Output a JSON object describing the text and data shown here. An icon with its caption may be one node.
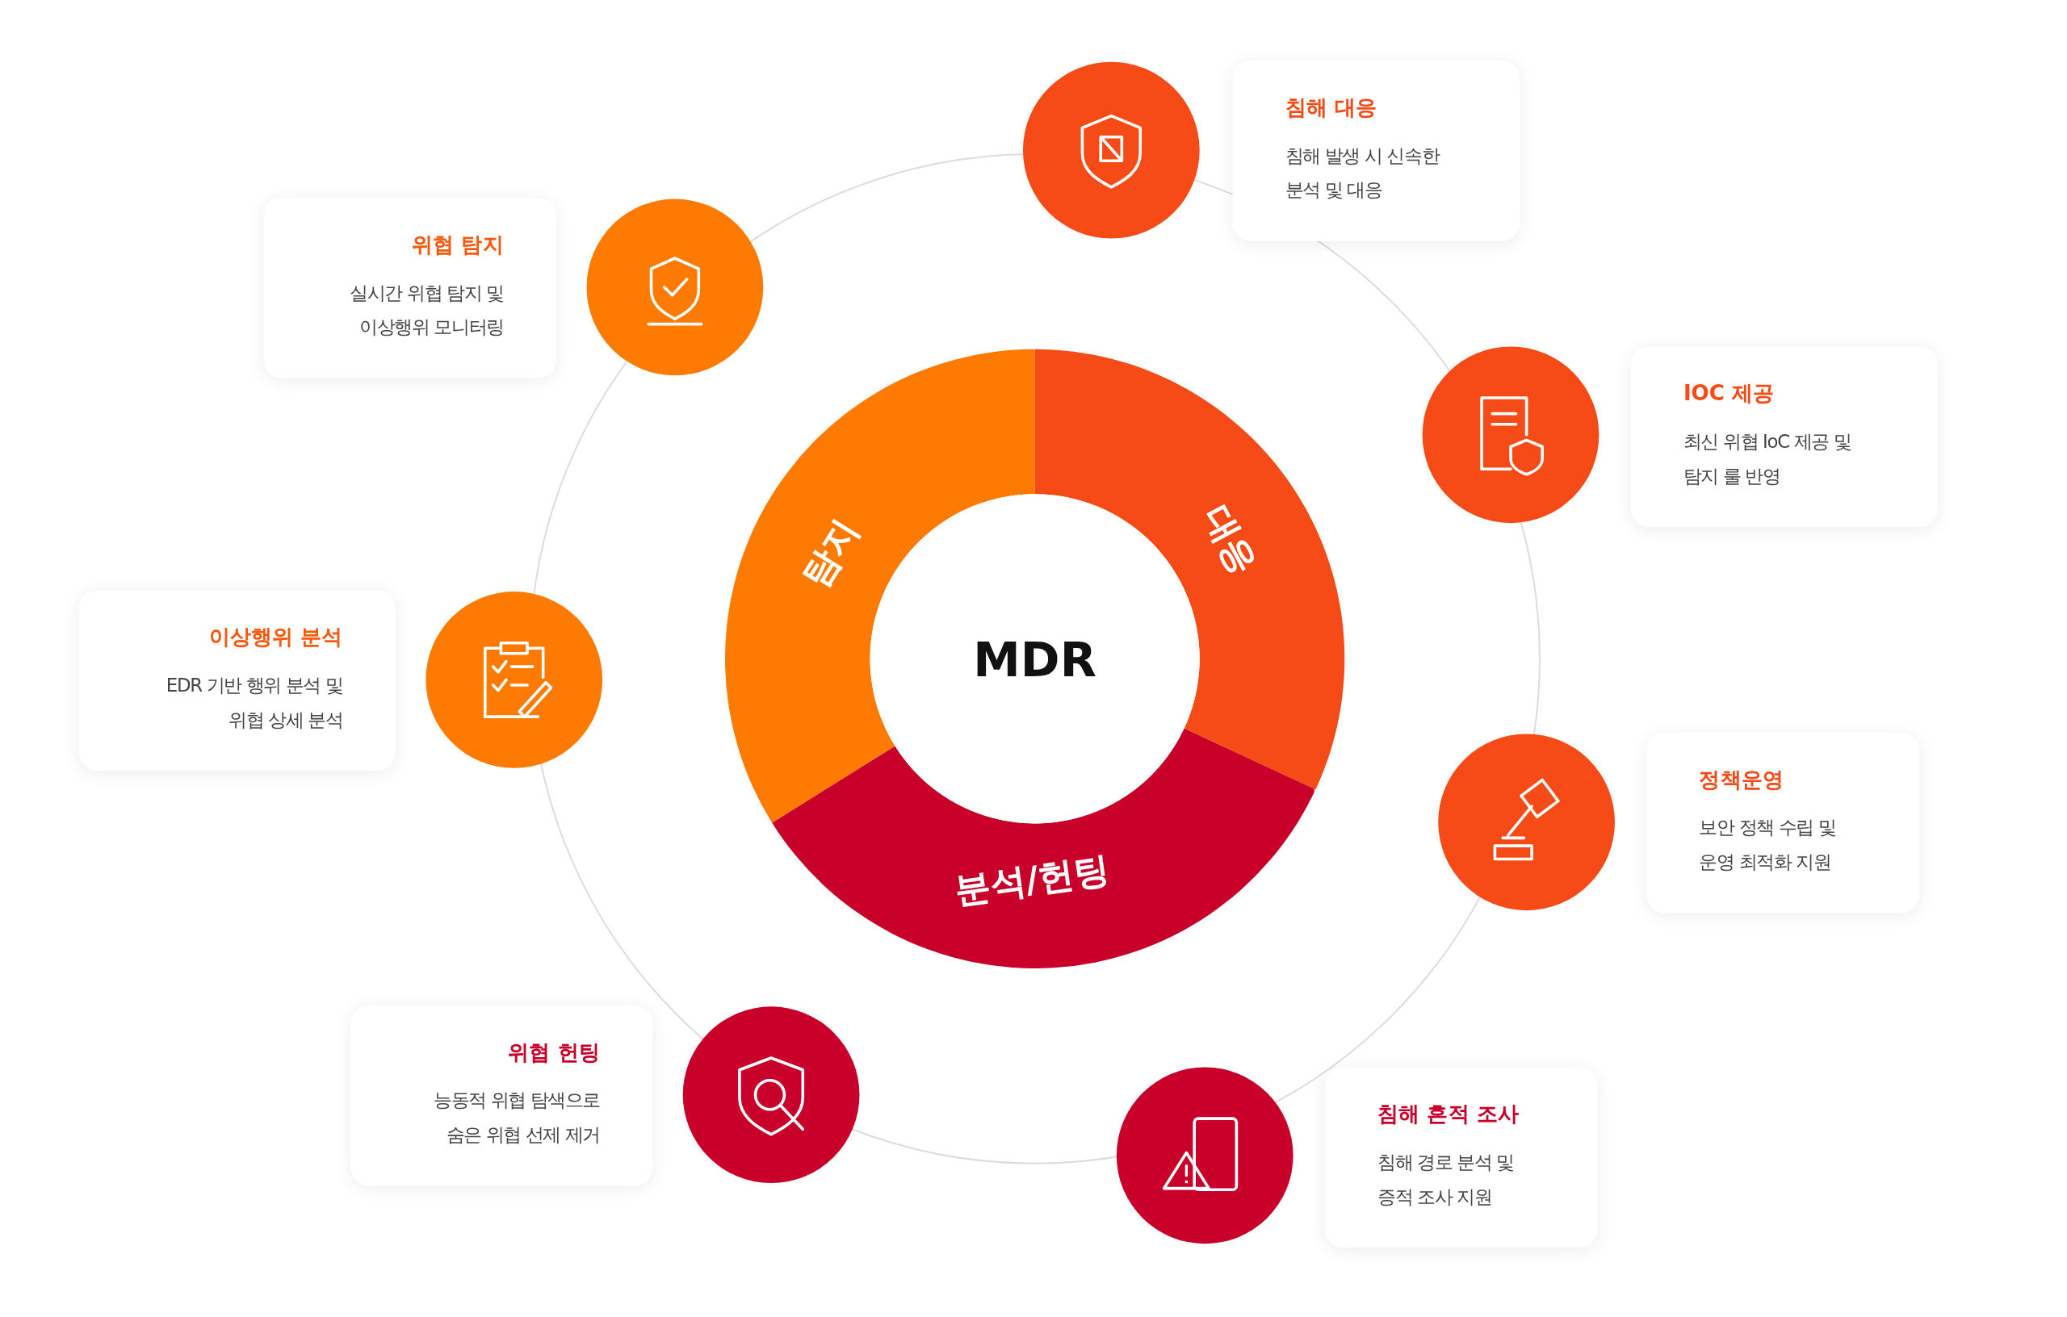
{
  "diagram": {
    "nodes": [
      {
        "text": [
          "MDR"
        ]
      },
      {
        "text": [
          "탐지"
        ]
      },
      {
        "text": [
          "대응"
        ]
      },
      {
        "text": [
          "분석/헌팅"
        ]
      },
      {
        "text": [
          "위협 탐지",
          "실시간 위협 탐지 및 이상행위 모니터링"
        ]
      },
      {
        "text": [
          "침해 대응",
          "침해 발생 시 신속한 분석 및 대응"
        ]
      },
      {
        "text": [
          "IOC 제공",
          "최신 위협 IoC 제공 및 탐지 룰 반영"
        ]
      },
      {
        "text": [
          "이상행위 분석",
          "EDR 기반 행위 분석 및 위협 상세 분석"
        ]
      },
      {
        "text": [
          "정책운영",
          "보안 정책 수립 및 운영 최적화 지원"
        ]
      },
      {
        "text": [
          "위협 헌팅",
          "능동적 위협 탐색으로 숨은 위협 선제 제거"
        ]
      },
      {
        "text": [
          "침해 흔적 조사",
          "침해 경로 분석 및 증적 조사 지원"
        ]
      }
    ]
  }
}
